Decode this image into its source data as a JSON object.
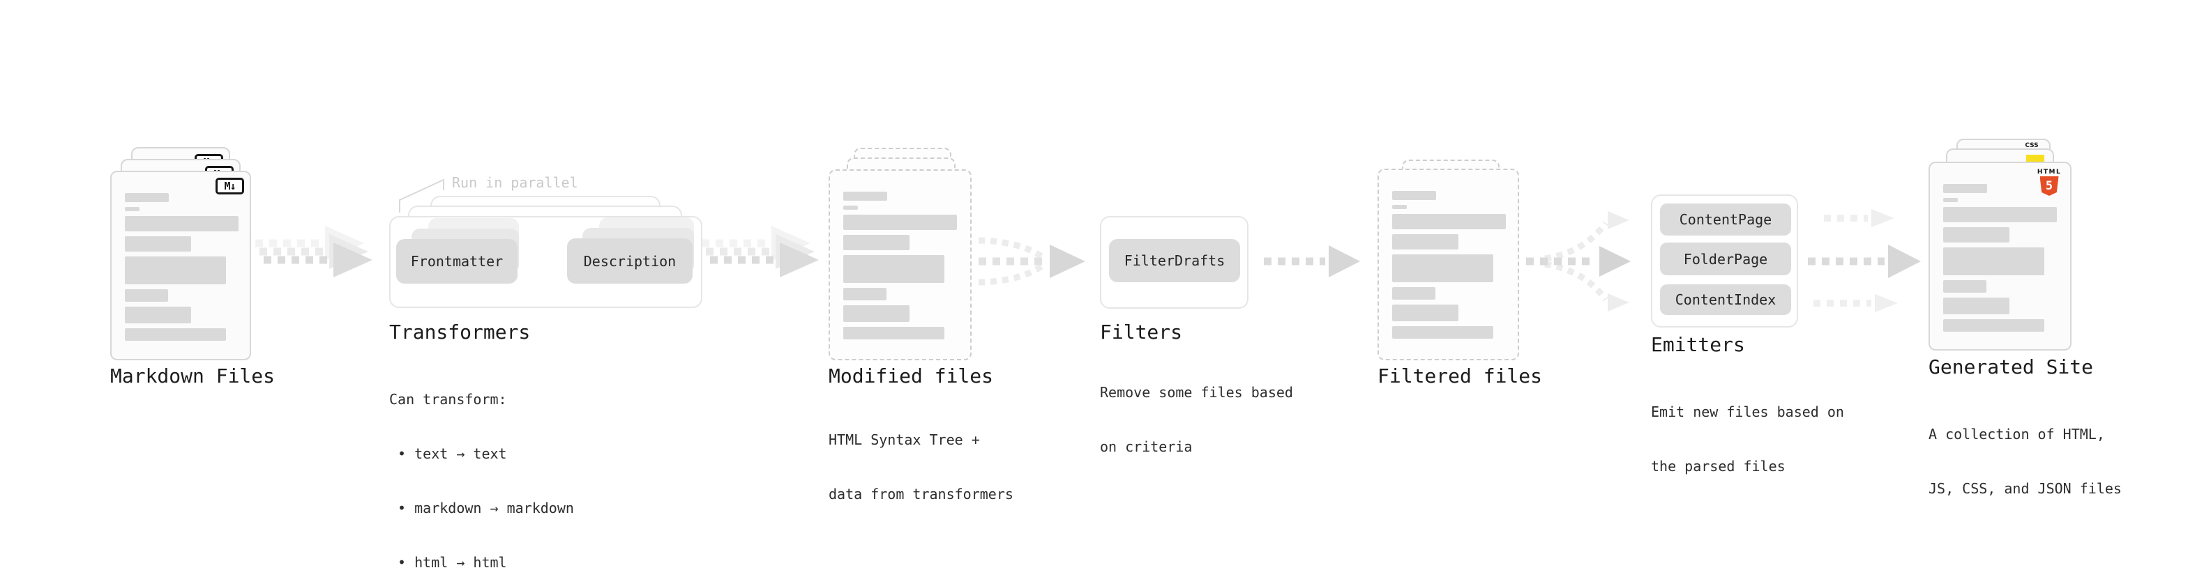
{
  "stages": {
    "markdown": {
      "title": "Markdown Files",
      "badge": "M↓"
    },
    "transformers": {
      "title": "Transformers",
      "callout": "Run in parallel",
      "boxes": {
        "frontmatter": "Frontmatter",
        "description": "Description"
      },
      "notes": [
        "Can transform:",
        " • text → text",
        " • markdown → markdown",
        " • html → html"
      ]
    },
    "modified": {
      "title": "Modified files",
      "notes": [
        "HTML Syntax Tree +",
        "data from transformers"
      ]
    },
    "filters": {
      "title": "Filters",
      "boxes": {
        "filterdrafts": "FilterDrafts"
      },
      "notes": [
        "Remove some files based",
        "on criteria"
      ]
    },
    "filtered": {
      "title": "Filtered files"
    },
    "emitters": {
      "title": "Emitters",
      "boxes": {
        "contentpage": "ContentPage",
        "folderpage": "FolderPage",
        "contentindex": "ContentIndex"
      },
      "notes": [
        "Emit new files based on",
        "the parsed files"
      ]
    },
    "generated": {
      "title": "Generated Site",
      "badges": {
        "css": "CSS",
        "html": "HTML",
        "five": "5"
      },
      "notes": [
        "A collection of HTML,",
        "JS, CSS, and JSON files"
      ]
    }
  },
  "colors": {
    "html5_orange": "#e44d26",
    "js_yellow": "#f7df1e",
    "css_blue": "#2965f1",
    "node_gray": "#dcdcdc",
    "arrow_gray": "#dbdbdb",
    "bar_gray": "#d9d9d9"
  }
}
